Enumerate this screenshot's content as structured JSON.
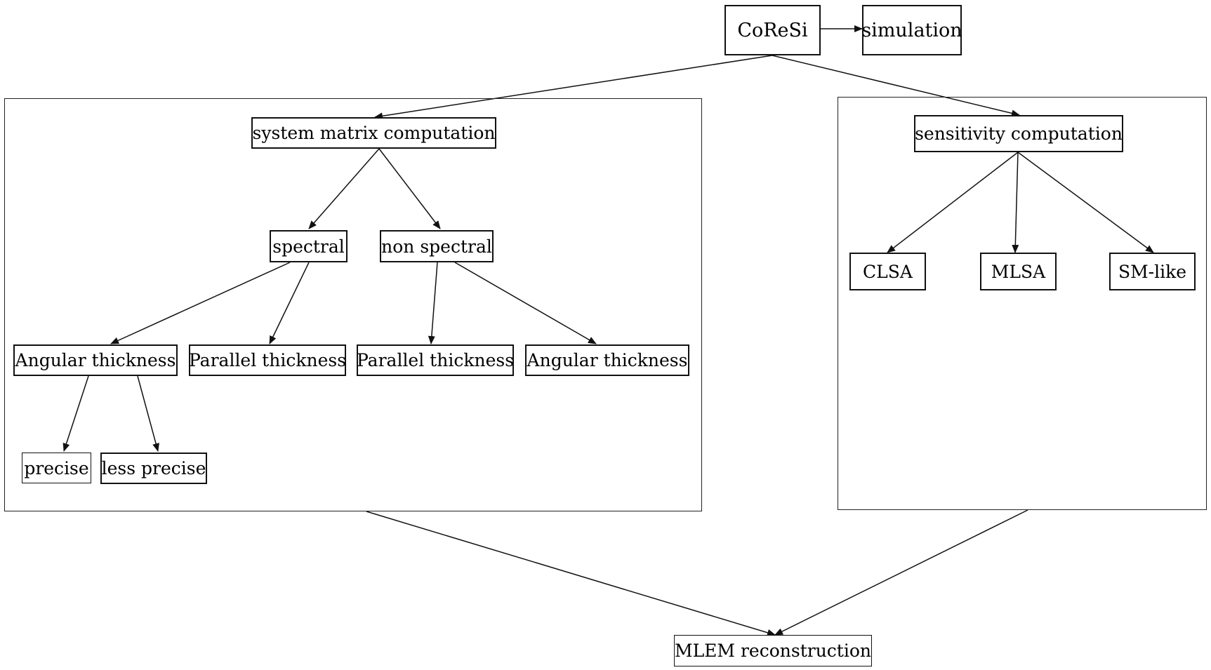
{
  "diagram": {
    "root": {
      "label": "CoReSi"
    },
    "simulation": {
      "label": "simulation"
    },
    "system_matrix": {
      "label": "system matrix computation",
      "spectral": {
        "label": "spectral",
        "angular_thickness": {
          "label": "Angular thickness",
          "precise": {
            "label": "precise"
          },
          "less_precise": {
            "label": "less precise"
          }
        },
        "parallel_thickness": {
          "label": "Parallel thickness"
        }
      },
      "non_spectral": {
        "label": "non spectral",
        "parallel_thickness": {
          "label": "Parallel thickness"
        },
        "angular_thickness": {
          "label": "Angular thickness"
        }
      }
    },
    "sensitivity": {
      "label": "sensitivity computation",
      "clsa": {
        "label": "CLSA"
      },
      "mlsa": {
        "label": "MLSA"
      },
      "sm_like": {
        "label": "SM-like"
      }
    },
    "mlem": {
      "label": "MLEM reconstruction"
    }
  },
  "colors": {
    "stroke": "#111111",
    "background": "#ffffff"
  }
}
